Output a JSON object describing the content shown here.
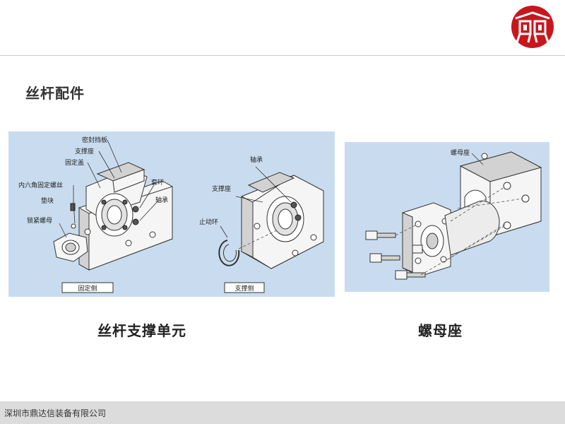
{
  "page": {
    "title": "丝杆配件"
  },
  "support_panel": {
    "fixed_side": {
      "labels": {
        "seal_plate": "密封挡板",
        "support_seat": "支撑座",
        "fixed_cover": "固定盖",
        "hex_set_screw": "内六角固定螺丝",
        "spacer": "垫块",
        "lock_nut": "锁紧螺母",
        "collar": "套环",
        "bearing": "轴承"
      },
      "caption": "固定侧"
    },
    "support_side": {
      "labels": {
        "bearing": "轴承",
        "support_seat": "支撑座",
        "snap_ring": "止动环"
      },
      "caption": "支撑侧"
    }
  },
  "nut_panel": {
    "labels": {
      "nut_seat": "螺母座"
    }
  },
  "captions": {
    "support_unit": "丝杆支撑单元",
    "nut_seat": "螺母座"
  },
  "footer": {
    "company": "深圳市鼎达信装备有限公司"
  },
  "colors": {
    "panel_bg": "#c9dcef",
    "logo_red": "#c8161d",
    "footer_bg": "#dcdcdc"
  }
}
